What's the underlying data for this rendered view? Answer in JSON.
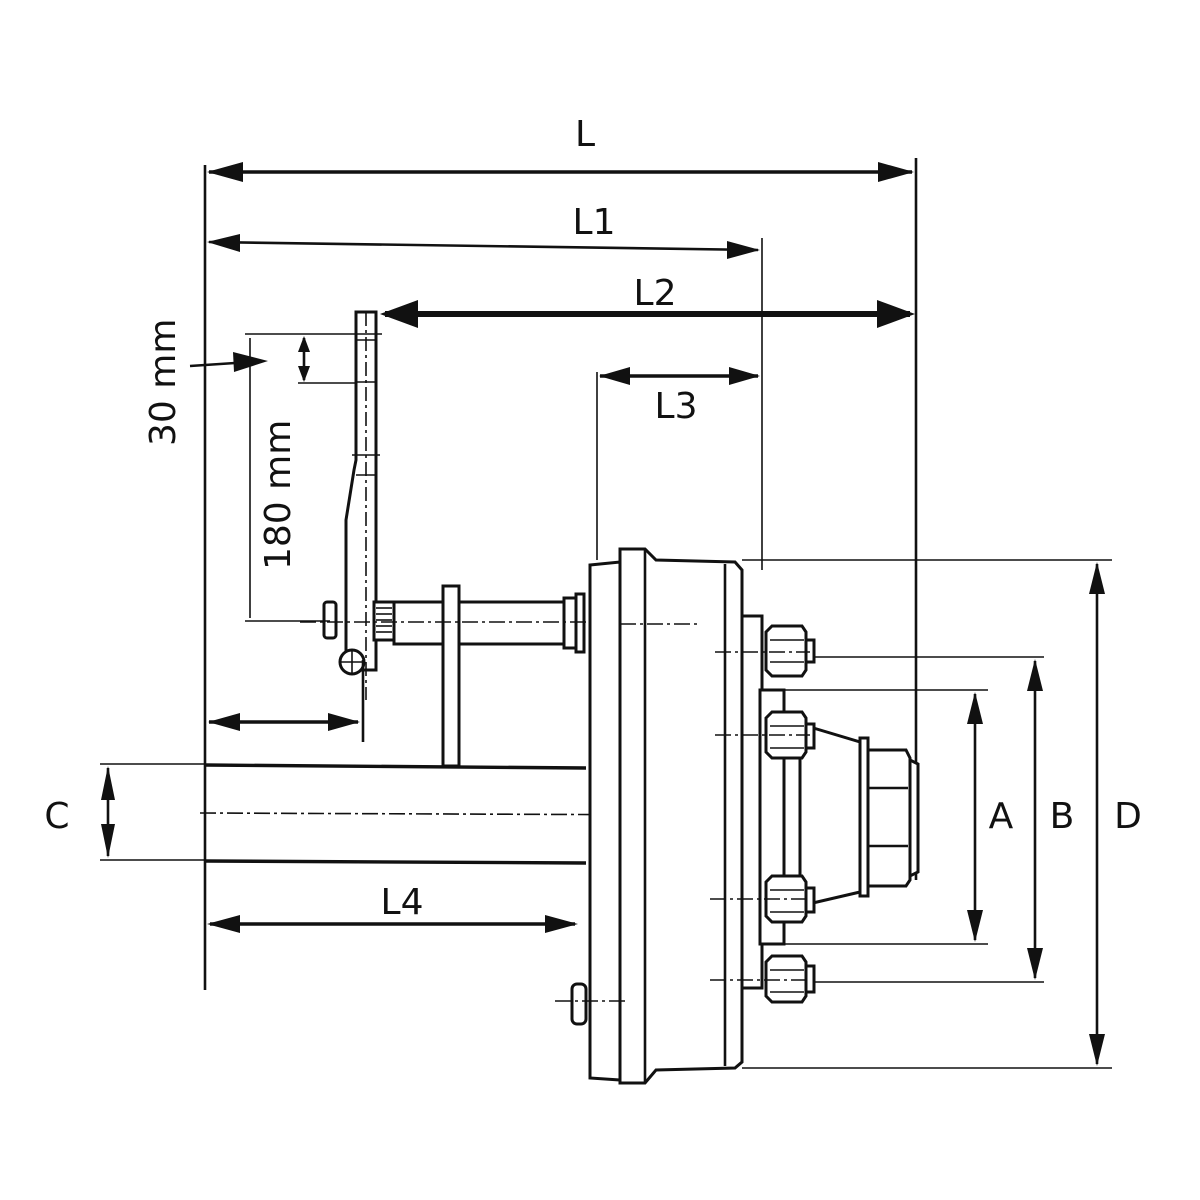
{
  "diagram": {
    "title": "Axle with brake drum and hub — dimension drawing",
    "dimensions": {
      "L": "L",
      "L1": "L1",
      "L2": "L2",
      "L3": "L3",
      "L4": "L4",
      "A": "A",
      "B": "B",
      "C": "C",
      "D": "D"
    },
    "lever": {
      "hole_spacing": "30 mm",
      "lever_length": "180 mm"
    },
    "colors": {
      "ink": "#111111",
      "paper": "#ffffff"
    }
  }
}
